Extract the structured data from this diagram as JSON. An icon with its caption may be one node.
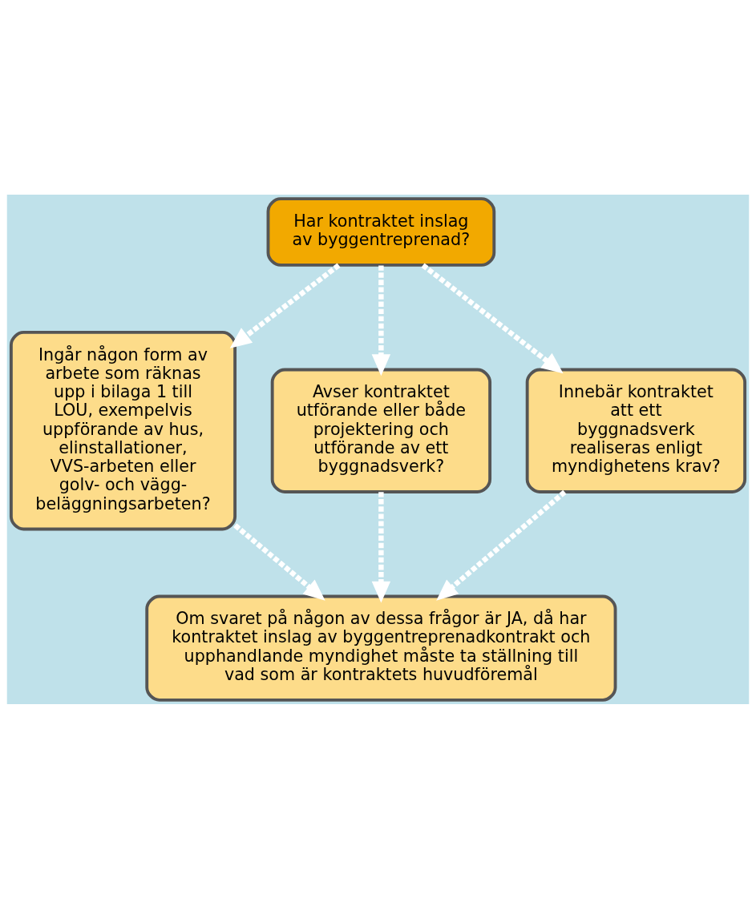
{
  "diagram": {
    "nodes": [
      {
        "text": [
          "Har kontraktet inslag av byggentreprenad?"
        ]
      },
      {
        "text": [
          "Ingår någon form av arbete som räknas upp i bilaga 1 till LOU, exempelvis uppförande av hus, elinstallationer, VVS-arbeten eller golv- och vägg- beläggningsarbeten?"
        ]
      },
      {
        "text": [
          "Avser kontraktet utförande eller både projektering och utförande av ett byggnadsverk?"
        ]
      },
      {
        "text": [
          "Innebär kontraktet att ett byggnadsverk realiseras enligt myndighetens krav?"
        ]
      },
      {
        "text": [
          "Om svaret på någon av dessa frågor är JA, då har kontraktet inslag av byggentreprenadkontrakt och upphandlande myndighet måste ta ställning till vad som är kontraktets huvudföremål"
        ]
      }
    ],
    "edges": [
      {
        "from": 0,
        "to": 1,
        "arrow": "to",
        "style": "dashed"
      },
      {
        "from": 0,
        "to": 2,
        "arrow": "to",
        "style": "dashed"
      },
      {
        "from": 0,
        "to": 3,
        "arrow": "to",
        "style": "dashed"
      },
      {
        "from": 1,
        "to": 4,
        "arrow": "to",
        "style": "dashed"
      },
      {
        "from": 2,
        "to": 4,
        "arrow": "to",
        "style": "dashed"
      },
      {
        "from": 3,
        "to": 4,
        "arrow": "to",
        "style": "dashed"
      }
    ]
  }
}
